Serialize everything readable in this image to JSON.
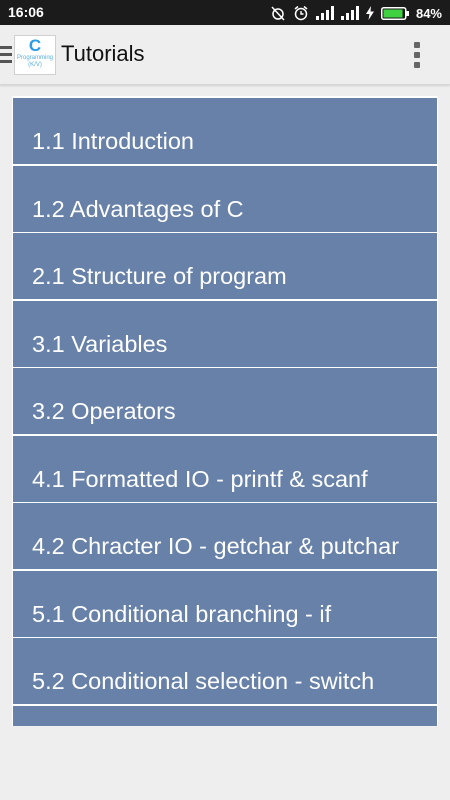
{
  "status_bar": {
    "time": "16:06",
    "battery_percent": "84%",
    "icons": [
      "alarm-off-icon",
      "alarm-clock-icon",
      "cell-signal-icon",
      "cell-signal-icon",
      "charging-bolt-icon",
      "battery-icon"
    ]
  },
  "app_bar": {
    "logo": {
      "letter": "C",
      "subtitle": "Programming (K/V)"
    },
    "title": "Tutorials"
  },
  "tutorials": [
    {
      "label": "1.1 Introduction"
    },
    {
      "label": "1.2 Advantages of C"
    },
    {
      "label": "2.1 Structure of program"
    },
    {
      "label": "3.1 Variables"
    },
    {
      "label": "3.2 Operators"
    },
    {
      "label": "4.1 Formatted IO - printf & scanf"
    },
    {
      "label": "4.2 Chracter IO - getchar & putchar"
    },
    {
      "label": "5.1 Conditional branching - if"
    },
    {
      "label": "5.2 Conditional selection - switch"
    },
    {
      "label": ""
    }
  ],
  "colors": {
    "list_item": "#6781a9",
    "background": "#eeeeee",
    "status_bar": "#1b1b1b",
    "battery": "#3fd13f",
    "logo_accent": "#2e9be6"
  }
}
